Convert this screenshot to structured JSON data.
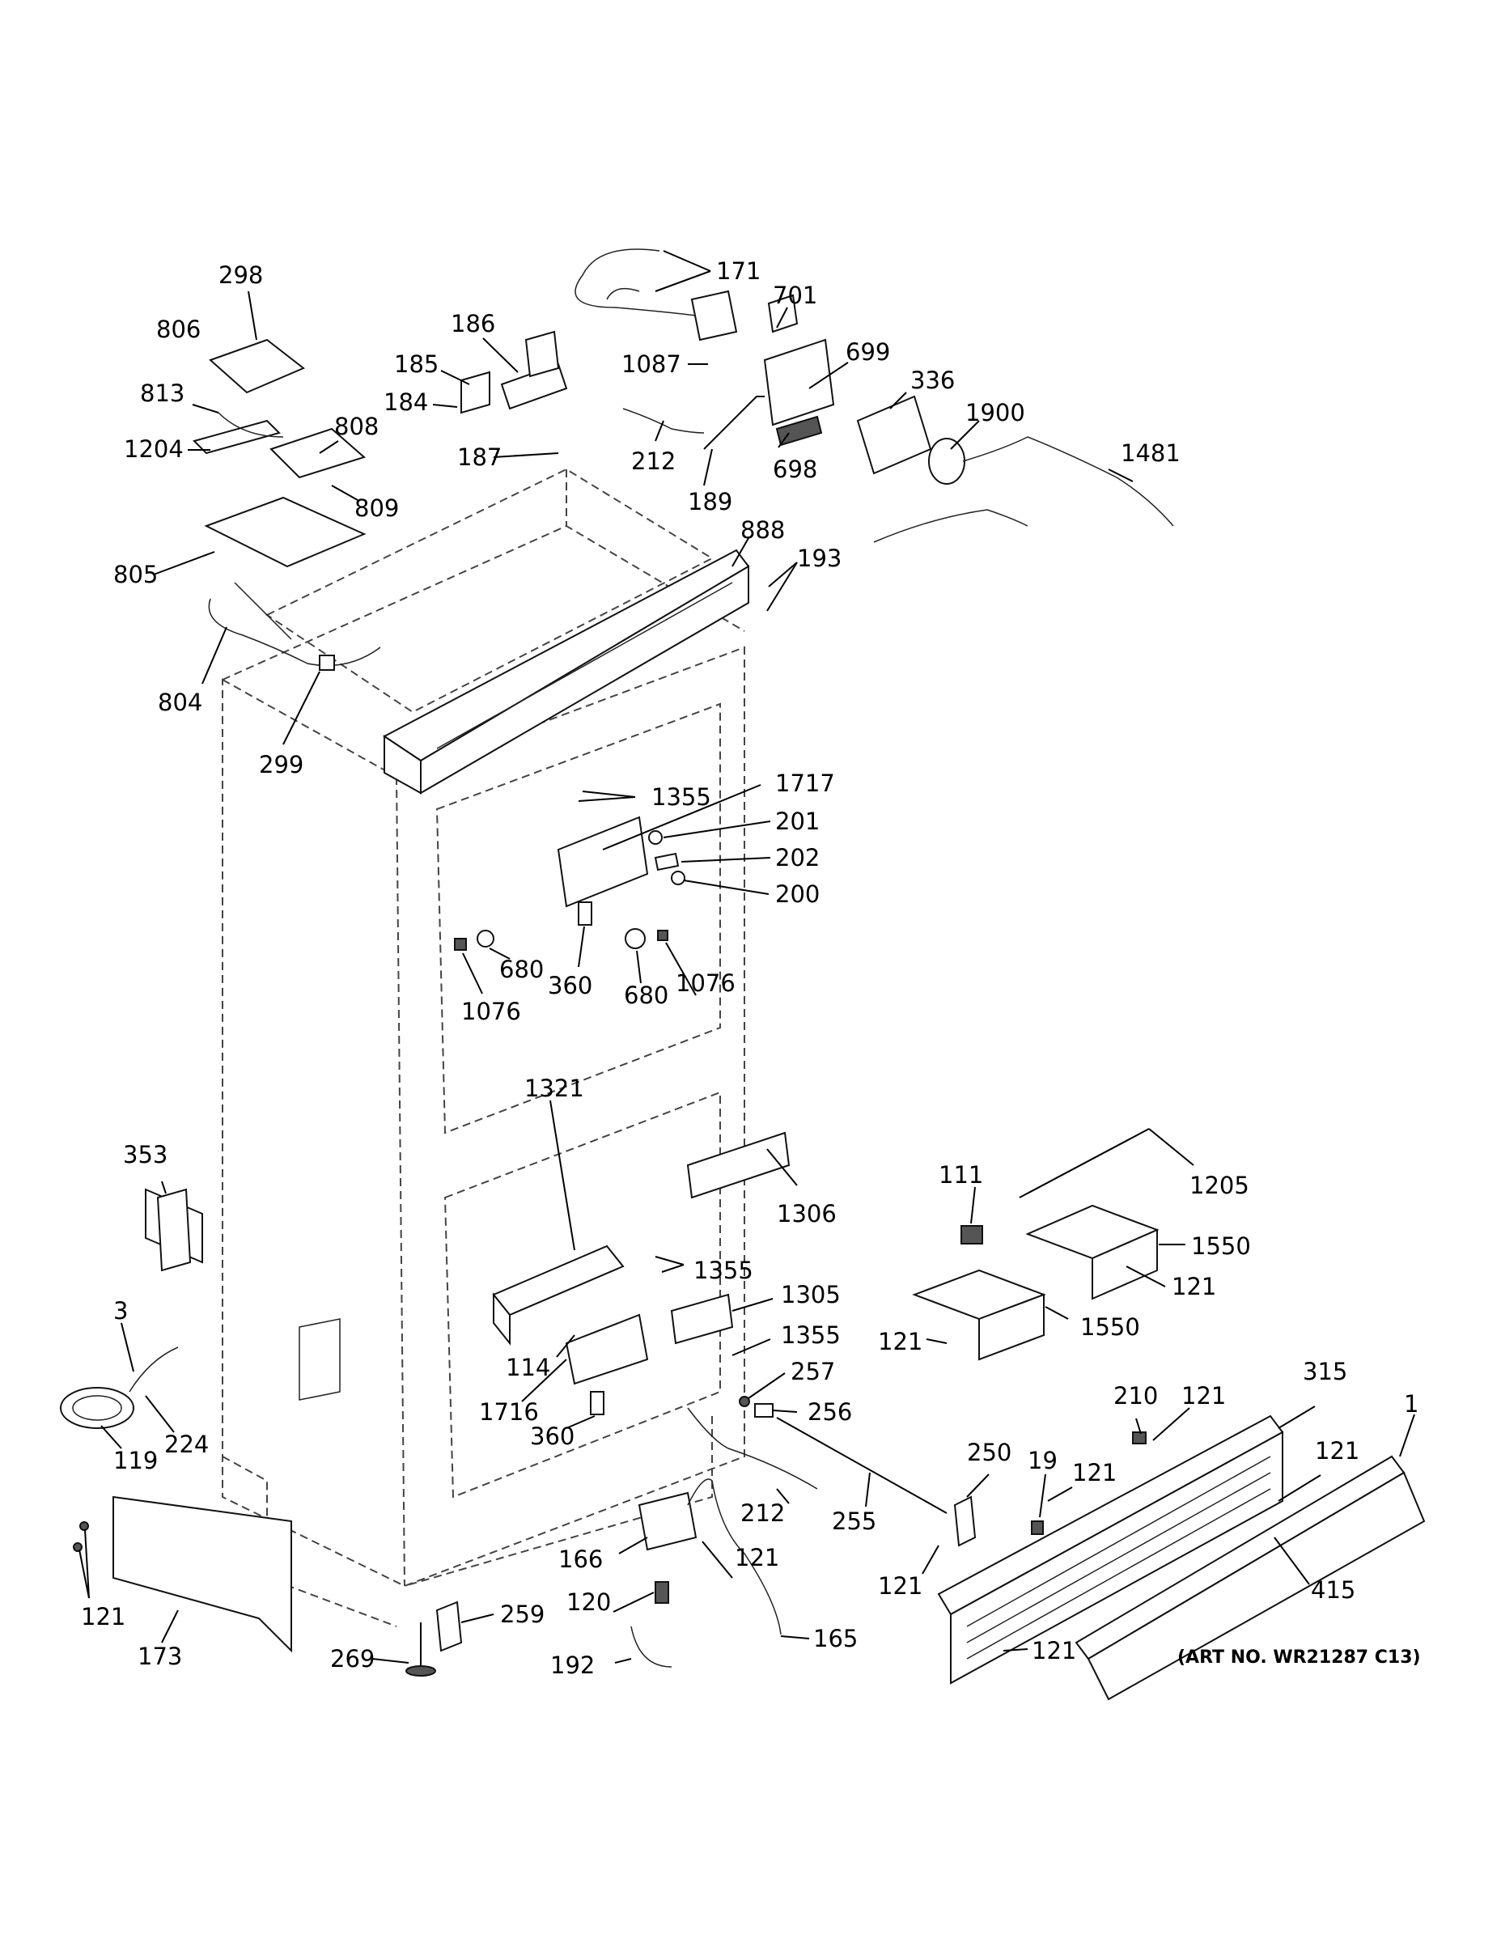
{
  "callouts": {
    "c_298": "298",
    "c_806": "806",
    "c_813": "813",
    "c_1204": "1204",
    "c_808": "808",
    "c_809": "809",
    "c_805": "805",
    "c_804": "804",
    "c_299": "299",
    "c_186": "186",
    "c_185": "185",
    "c_184": "184",
    "c_187": "187",
    "c_171": "171",
    "c_701": "701",
    "c_1087": "1087",
    "c_699": "699",
    "c_336": "336",
    "c_1900": "1900",
    "c_212_top": "212",
    "c_189": "189",
    "c_698": "698",
    "c_1481": "1481",
    "c_888": "888",
    "c_193": "193",
    "c_1355_a": "1355",
    "c_1717": "1717",
    "c_201": "201",
    "c_202": "202",
    "c_200": "200",
    "c_680_a": "680",
    "c_360_a": "360",
    "c_680_b": "680",
    "c_1076_a": "1076",
    "c_1076_b": "1076",
    "c_1321": "1321",
    "c_1306": "1306",
    "c_353": "353",
    "c_1355_b": "1355",
    "c_1305": "1305",
    "c_1355_c": "1355",
    "c_114": "114",
    "c_1716": "1716",
    "c_360_b": "360",
    "c_257": "257",
    "c_256": "256",
    "c_3": "3",
    "c_224": "224",
    "c_119": "119",
    "c_111": "111",
    "c_1205": "1205",
    "c_1550_a": "1550",
    "c_121_a": "121",
    "c_1550_b": "1550",
    "c_121_b": "121",
    "c_210": "210",
    "c_121_c": "121",
    "c_315": "315",
    "c_1": "1",
    "c_250": "250",
    "c_19": "19",
    "c_121_d": "121",
    "c_121_e": "121",
    "c_212_bottom": "212",
    "c_255": "255",
    "c_166": "166",
    "c_121_f": "121",
    "c_120": "120",
    "c_165": "165",
    "c_192": "192",
    "c_121_g": "121",
    "c_415": "415",
    "c_121_h": "121",
    "c_259": "259",
    "c_269": "269",
    "c_121_i": "121",
    "c_173": "173"
  },
  "art_number": "(ART NO. WR21287 C13)"
}
